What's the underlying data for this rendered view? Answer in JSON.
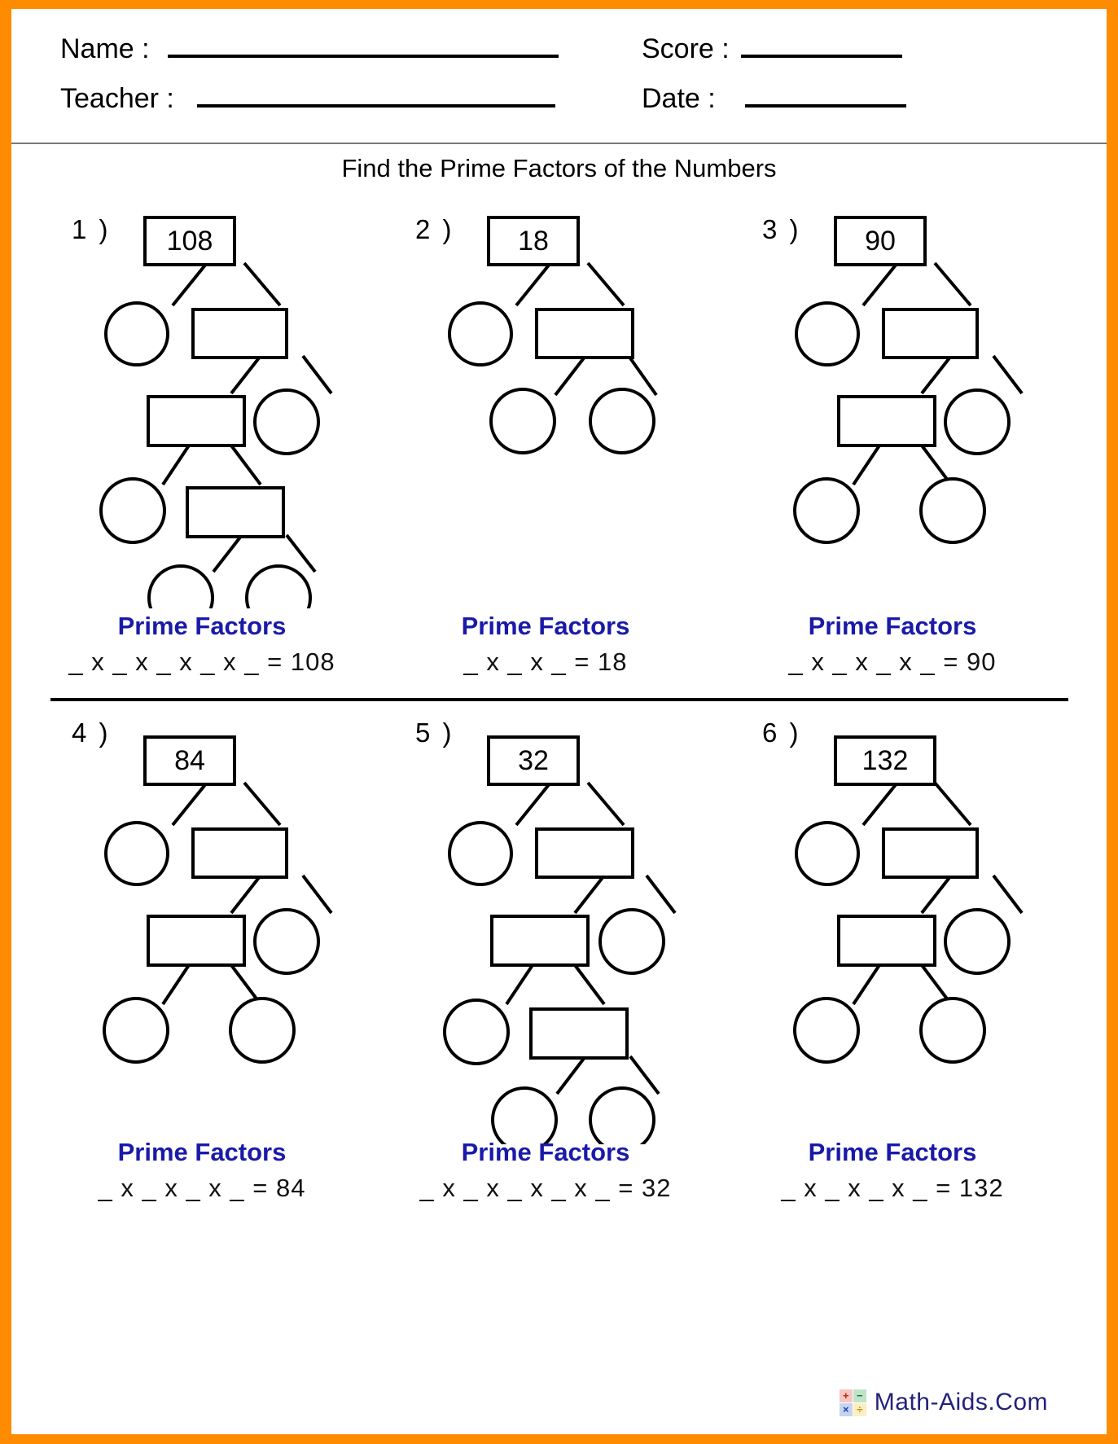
{
  "page": {
    "border_color": "#ff8c00",
    "background": "#ffffff"
  },
  "header": {
    "name_label": "Name :",
    "teacher_label": "Teacher :",
    "score_label": "Score :",
    "date_label": "Date :",
    "name_value": "",
    "teacher_value": "",
    "score_value": "",
    "date_value": ""
  },
  "title": "Find the Prime Factors of the Numbers",
  "prime_factors_heading": "Prime Factors",
  "heading_color": "#1a1aa8",
  "problems": [
    {
      "number": "1 )",
      "value": "108",
      "levels": 4,
      "answer_line": "_ x _ x _ x _ x _ = 108",
      "blanks": 5,
      "result": "108"
    },
    {
      "number": "2 )",
      "value": "18",
      "levels": 2,
      "answer_line": "_ x _ x _ = 18",
      "blanks": 3,
      "result": "18"
    },
    {
      "number": "3 )",
      "value": "90",
      "levels": 3,
      "answer_line": "_ x _ x _ x _ = 90",
      "blanks": 4,
      "result": "90"
    },
    {
      "number": "4 )",
      "value": "84",
      "levels": 3,
      "answer_line": "_ x _ x _ x _ = 84",
      "blanks": 4,
      "result": "84"
    },
    {
      "number": "5 )",
      "value": "32",
      "levels": 4,
      "answer_line": "_ x _ x _ x _ x _ = 32",
      "blanks": 5,
      "result": "32"
    },
    {
      "number": "6 )",
      "value": "132",
      "levels": 3,
      "answer_line": "_ x _ x _ x _  = 132",
      "blanks": 4,
      "result": "132"
    }
  ],
  "footer": {
    "brand": "Math-Aids.Com",
    "logo_symbols": [
      "+",
      "−",
      "×",
      "÷"
    ]
  }
}
